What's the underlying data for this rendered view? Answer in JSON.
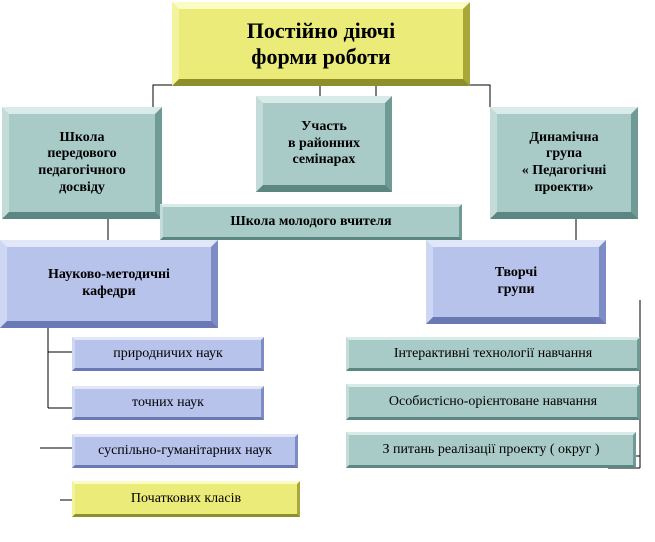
{
  "top": {
    "line1": "Постійно діючі",
    "line2": "форми роботи"
  },
  "left_box": {
    "lines": [
      "Школа",
      "передового",
      "педагогічного",
      "досвіду"
    ]
  },
  "center_box": {
    "lines": [
      "Участь",
      "в районних",
      "семінарах"
    ]
  },
  "right_box": {
    "lines": [
      "Динамічна",
      "група",
      "« Педагогічні",
      "проекти»"
    ]
  },
  "young_teacher": "Школа молодого вчителя",
  "kafedry": {
    "line1": "Науково-методичні",
    "line2": "кафедри"
  },
  "groups": {
    "line1": "Творчі",
    "line2": "групи"
  },
  "left_items": [
    "природничих наук",
    "точних наук",
    "суспільно-гуманітарних наук",
    "Початкових класів"
  ],
  "right_items": [
    "Інтерактивні технології навчання",
    "Особистісно-орієнтоване навчання",
    "З питань реалізації проекту ( округ )"
  ],
  "colors": {
    "yellow": "#ebeb7a",
    "teal": "#a9cbc7",
    "blue": "#b7c3ea",
    "line": "#000000"
  }
}
